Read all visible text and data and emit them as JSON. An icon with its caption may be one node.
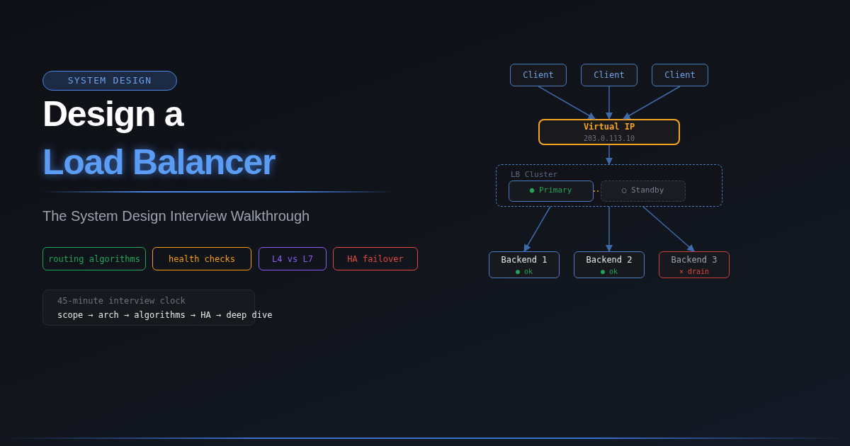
{
  "diagram": {
    "nodes": [
      {
        "text": [
          "SYSTEM DESIGN"
        ]
      },
      {
        "text": [
          "routing algorithms"
        ]
      },
      {
        "text": [
          "health checks"
        ]
      },
      {
        "text": [
          "L4 vs L7"
        ]
      },
      {
        "text": [
          "HA failover"
        ]
      },
      {
        "text": [
          "45-minute interview clock",
          "scope → arch → algorithms → HA → deep dive"
        ]
      },
      {
        "text": [
          "Client"
        ]
      },
      {
        "text": [
          "Client"
        ]
      },
      {
        "text": [
          "Client"
        ]
      },
      {
        "text": [
          "Virtual IP",
          "203.0.113.10"
        ]
      },
      {
        "text": [
          "LB Cluster"
        ]
      },
      {
        "text": [
          "● Primary"
        ],
        "in": 10
      },
      {
        "text": [
          "○ Standby"
        ],
        "in": 10
      },
      {
        "text": [
          "Backend 1",
          "● ok"
        ]
      },
      {
        "text": [
          "Backend 2",
          "● ok"
        ]
      },
      {
        "text": [
          "Backend 3",
          "× drain"
        ]
      }
    ],
    "edges": [
      {
        "from": 6,
        "to": 9,
        "arrow": "to"
      },
      {
        "from": 7,
        "to": 9,
        "arrow": "to"
      },
      {
        "from": 8,
        "to": 9,
        "arrow": "to"
      },
      {
        "from": 9,
        "to": 10,
        "arrow": "to"
      },
      {
        "from": 11,
        "to": 12,
        "arrow": "none",
        "style": "dashed",
        "color": "#f59e0b"
      },
      {
        "from": 10,
        "to": 13,
        "arrow": "to"
      },
      {
        "from": 10,
        "to": 14,
        "arrow": "to"
      },
      {
        "from": 10,
        "to": 15,
        "arrow": "to"
      }
    ],
    "labels": [
      "Design a",
      "Load Balancer",
      "The System Design Interview Walkthrough"
    ]
  }
}
